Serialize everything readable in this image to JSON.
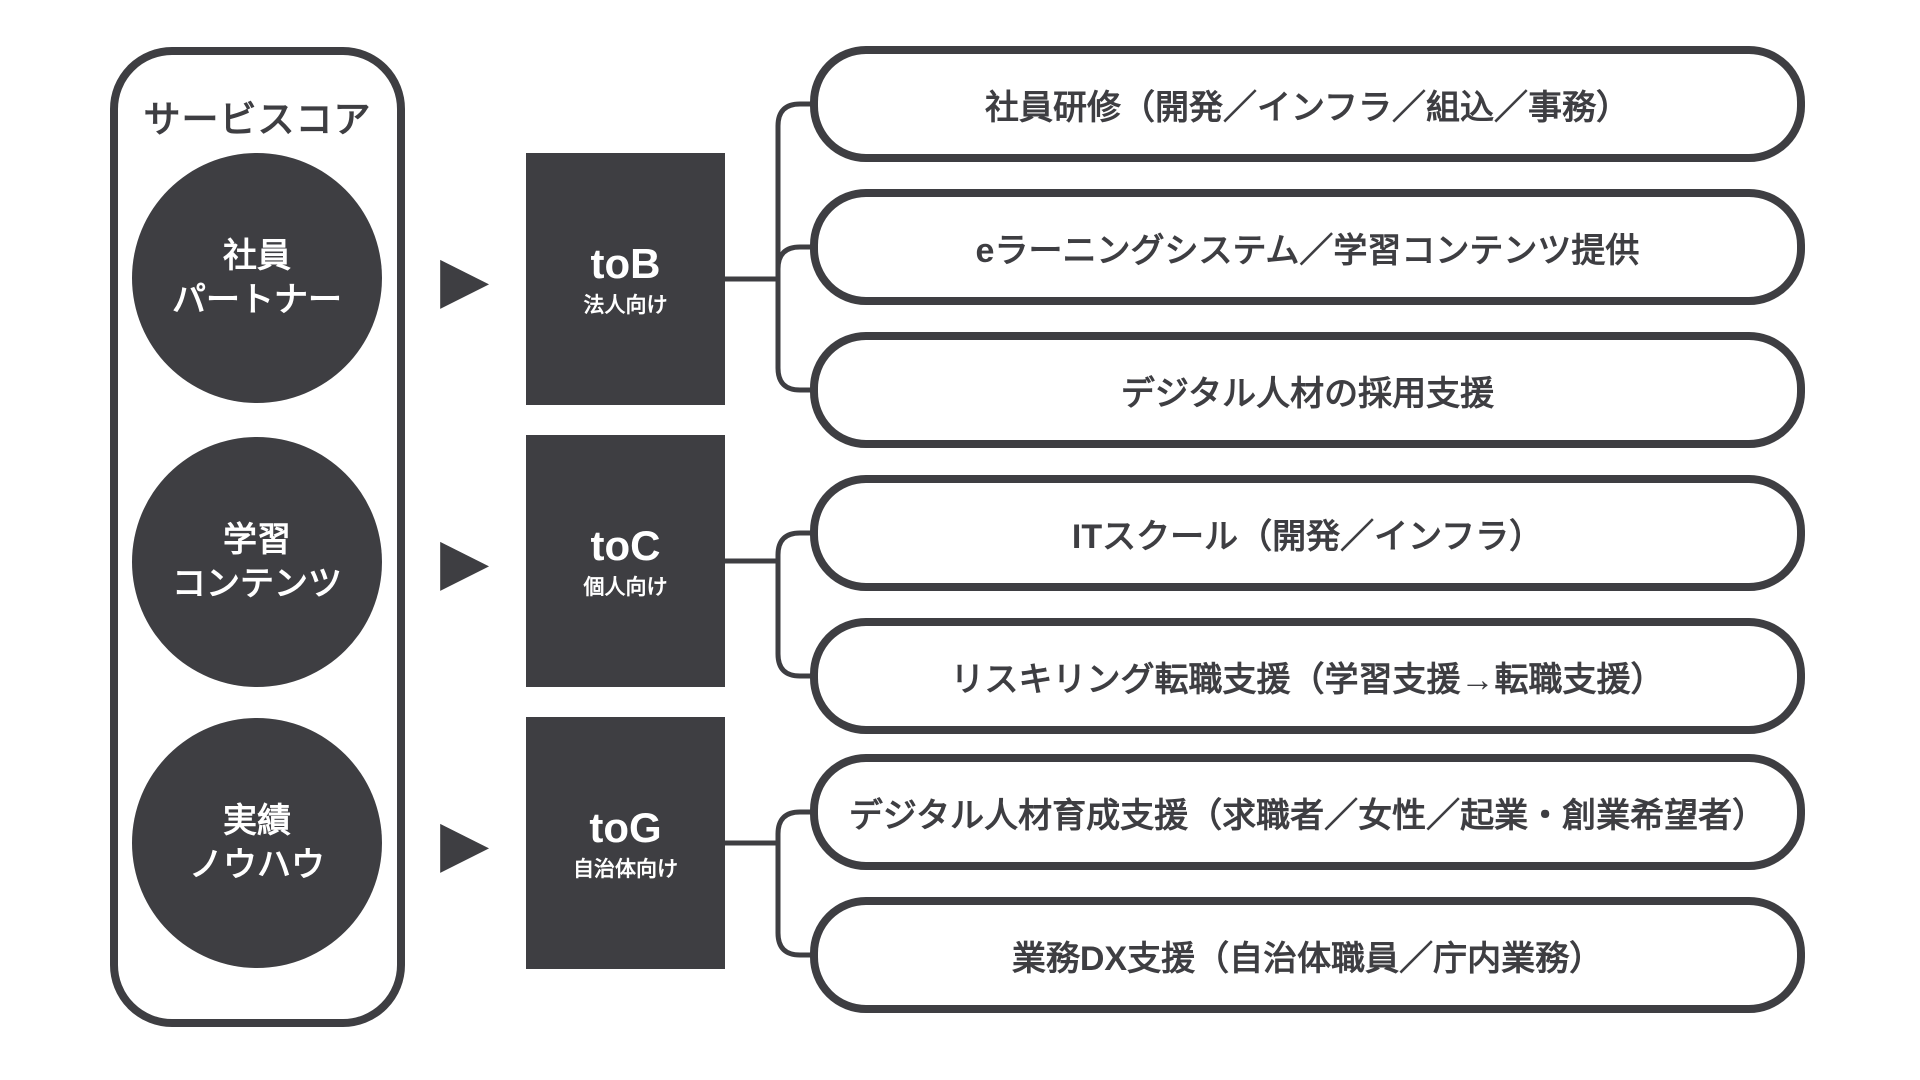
{
  "colors": {
    "dark": "#3e3e42",
    "bg": "#ffffff"
  },
  "icons": {
    "arrow_right": "▶"
  },
  "service_core": {
    "title": "サービスコア",
    "items": [
      {
        "line1": "社員",
        "line2": "パートナー"
      },
      {
        "line1": "学習",
        "line2": "コンテンツ"
      },
      {
        "line1": "実績",
        "line2": "ノウハウ"
      }
    ]
  },
  "segments": [
    {
      "code": "toB",
      "audience": "法人向け"
    },
    {
      "code": "toC",
      "audience": "個人向け"
    },
    {
      "code": "toG",
      "audience": "自治体向け"
    }
  ],
  "services": [
    "社員研修（開発／インフラ／組込／事務）",
    "eラーニングシステム／学習コンテンツ提供",
    "デジタル人材の採用支援",
    "ITスクール（開発／インフラ）",
    "リスキリング転職支援（学習支援→転職支援）",
    "デジタル人材育成支援（求職者／女性／起業・創業希望者）",
    "業務DX支援（自治体職員／庁内業務）"
  ]
}
